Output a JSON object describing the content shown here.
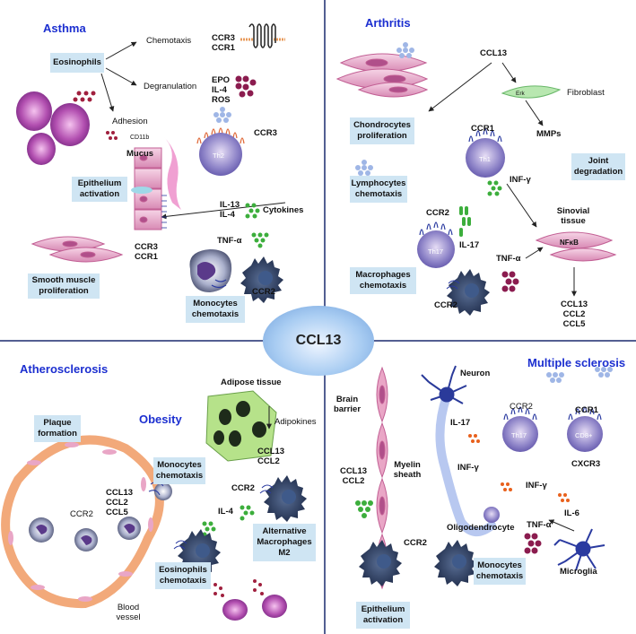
{
  "center_label": "CCL13",
  "asthma": {
    "title": "Asthma",
    "eosinophils": "Eosinophils",
    "chemotaxis": "Chemotaxis",
    "degranulation": "Degranulation",
    "ccr3_ccr1": [
      "CCR3",
      "CCR1"
    ],
    "granule_products": [
      "EPO",
      "IL-4",
      "ROS"
    ],
    "adhesion": "Adhesion",
    "cd11b": "CD11b",
    "ccr3": "CCR3",
    "th2": "Th2",
    "mucus": "Mucus",
    "epithelium_activation": [
      "Epithelium",
      "activation"
    ],
    "il13_il4": [
      "IL-13",
      "IL-4"
    ],
    "cytokines": "Cytokines",
    "ccr3_ccr1_epithelium": [
      "CCR3",
      "CCR1"
    ],
    "tnf_alpha": "TNF-α",
    "ccr2": "CCR2",
    "smooth_muscle": [
      "Smooth muscle",
      "proliferation"
    ],
    "monocytes_chemotaxis": [
      "Monocytes",
      "chemotaxis"
    ]
  },
  "arthritis": {
    "title": "Arthritis",
    "ccl13": "CCL13",
    "erk": "Erk",
    "fibroblast": "Fibroblast",
    "chondrocytes": [
      "Chondrocytes",
      "proliferation"
    ],
    "mmps": "MMPs",
    "ccr1": "CCR1",
    "th1": "Th1",
    "joint_degradation": [
      "Joint",
      "degradation"
    ],
    "lymphocytes": [
      "Lymphocytes",
      "chemotaxis"
    ],
    "inf_gamma": "INF-γ",
    "ccr2": "CCR2",
    "th17": "Th17",
    "il17": "IL-17",
    "sinovial": [
      "Sinovial",
      "tissue"
    ],
    "nfkb": "NFκB",
    "tnf_alpha": "TNF-α",
    "macrophages": [
      "Macrophages",
      "chemotaxis"
    ],
    "ccr2_macrophage": "CCR2",
    "outputs": [
      "CCL13",
      "CCL2",
      "CCL5"
    ]
  },
  "atherosclerosis": {
    "title": "Atherosclerosis",
    "plaque": [
      "Plaque",
      "formation"
    ],
    "chemokines": [
      "CCL13",
      "CCL2",
      "CCL5"
    ],
    "ccr2": "CCR2",
    "blood_vessel": [
      "Blood",
      "vessel"
    ]
  },
  "obesity": {
    "title": "Obesity",
    "adipose": "Adipose tissue",
    "adipokines": "Adipokines",
    "chemokines": [
      "CCL13",
      "CCL2"
    ],
    "monocytes": [
      "Monocytes",
      "chemotaxis"
    ],
    "ccr2": "CCR2",
    "il4": "IL-4",
    "alt_macrophages": [
      "Alternative",
      "Macrophages",
      "M2"
    ],
    "eosinophils": [
      "Eosinophils",
      "chemotaxis"
    ]
  },
  "ms": {
    "title": "Multiple sclerosis",
    "neuron": "Neuron",
    "brain_barrier": [
      "Brain",
      "barrier"
    ],
    "il17": "IL-17",
    "ccr2": "CCR2",
    "th17": "Th17",
    "ccr1": "CCR1",
    "cd8": "CD8+",
    "cxcr3": "CXCR3",
    "chemokines": [
      "CCL13",
      "CCL2"
    ],
    "myelin": [
      "Myelin",
      "sheath"
    ],
    "inf_gamma_a": "INF-γ",
    "inf_gamma_b": "INF-γ",
    "il6": "IL-6",
    "oligodendrocyte": "Oligodendrocyte",
    "tnf_alpha": "TNF-α",
    "ccr2_mono": "CCR2",
    "monocytes": [
      "Monocytes",
      "chemotaxis"
    ],
    "microglia": "Microglia",
    "epithelium": [
      "Epithelium",
      "activation"
    ]
  },
  "colors": {
    "title_blue": "#1c2fd0",
    "box_bg": "#cfe5f3",
    "divider": "#1a2a6e",
    "cell_purple": "#7b2f8f",
    "cytokine_green": "#3cae3c",
    "granule_red": "#8b1c3c",
    "receptor_blue": "#9fb6e6",
    "muscle_pink": "#e9a6c6"
  }
}
